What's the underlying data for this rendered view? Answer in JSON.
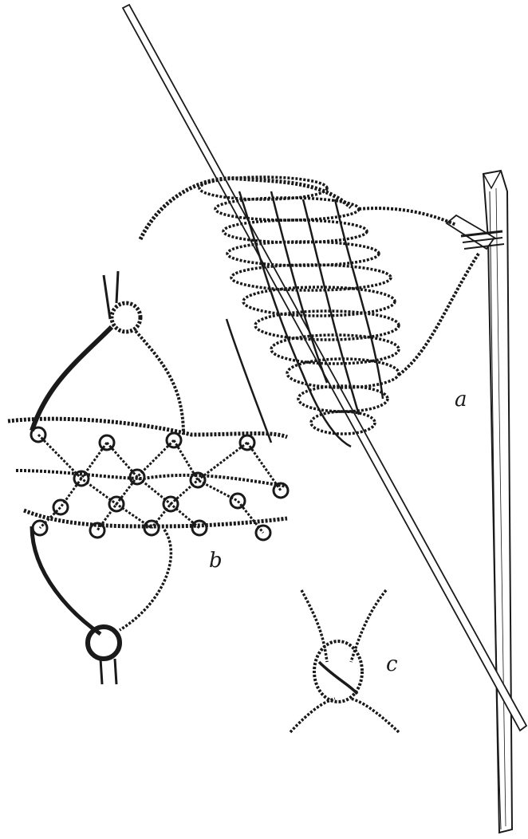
{
  "figure": {
    "colors": {
      "paper": "#ffffff",
      "ink": "#1a1a1a"
    },
    "labels": {
      "a": "a",
      "b": "b",
      "c": "c"
    }
  }
}
